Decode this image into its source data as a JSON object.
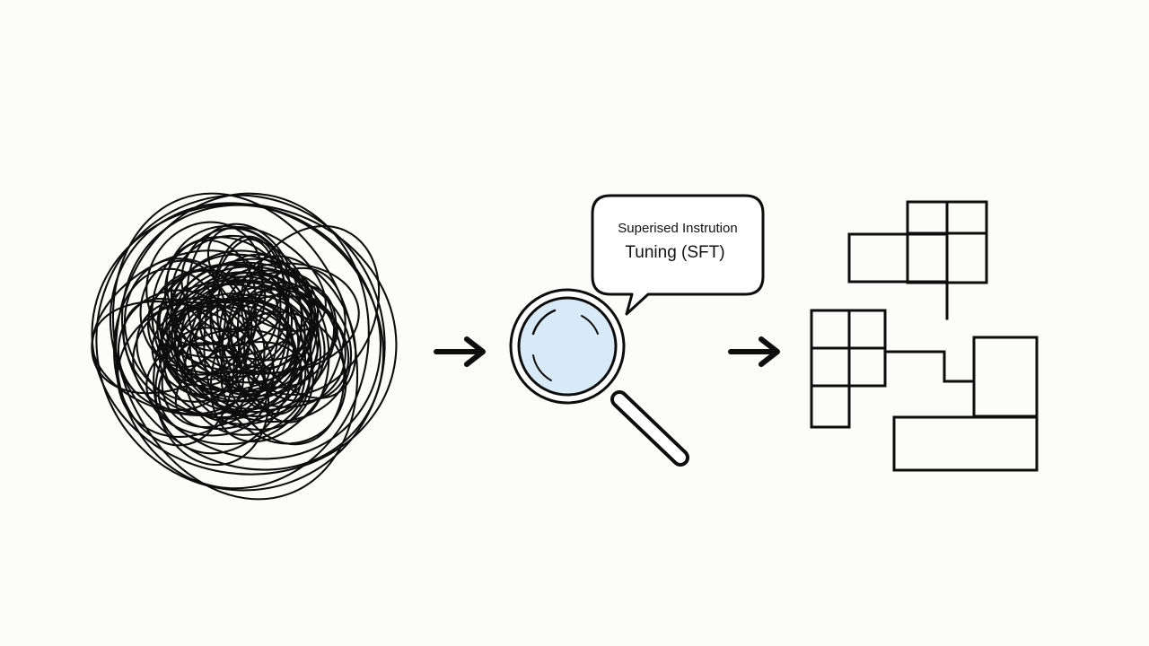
{
  "diagram": {
    "stages": [
      {
        "id": "raw",
        "icon": "tangled-scribble"
      },
      {
        "id": "process",
        "icon": "magnifying-glass-icon"
      },
      {
        "id": "structured",
        "icon": "grid-blocks"
      }
    ],
    "speech_bubble": {
      "line1": "Superised Instrution",
      "line2": "Tuning (SFT)"
    },
    "arrows": [
      "arrow-right-icon",
      "arrow-right-icon"
    ],
    "colors": {
      "background": "#fcfcfb",
      "stroke": "#0d0d0d",
      "lens_fill": "#d8eaf7"
    }
  }
}
